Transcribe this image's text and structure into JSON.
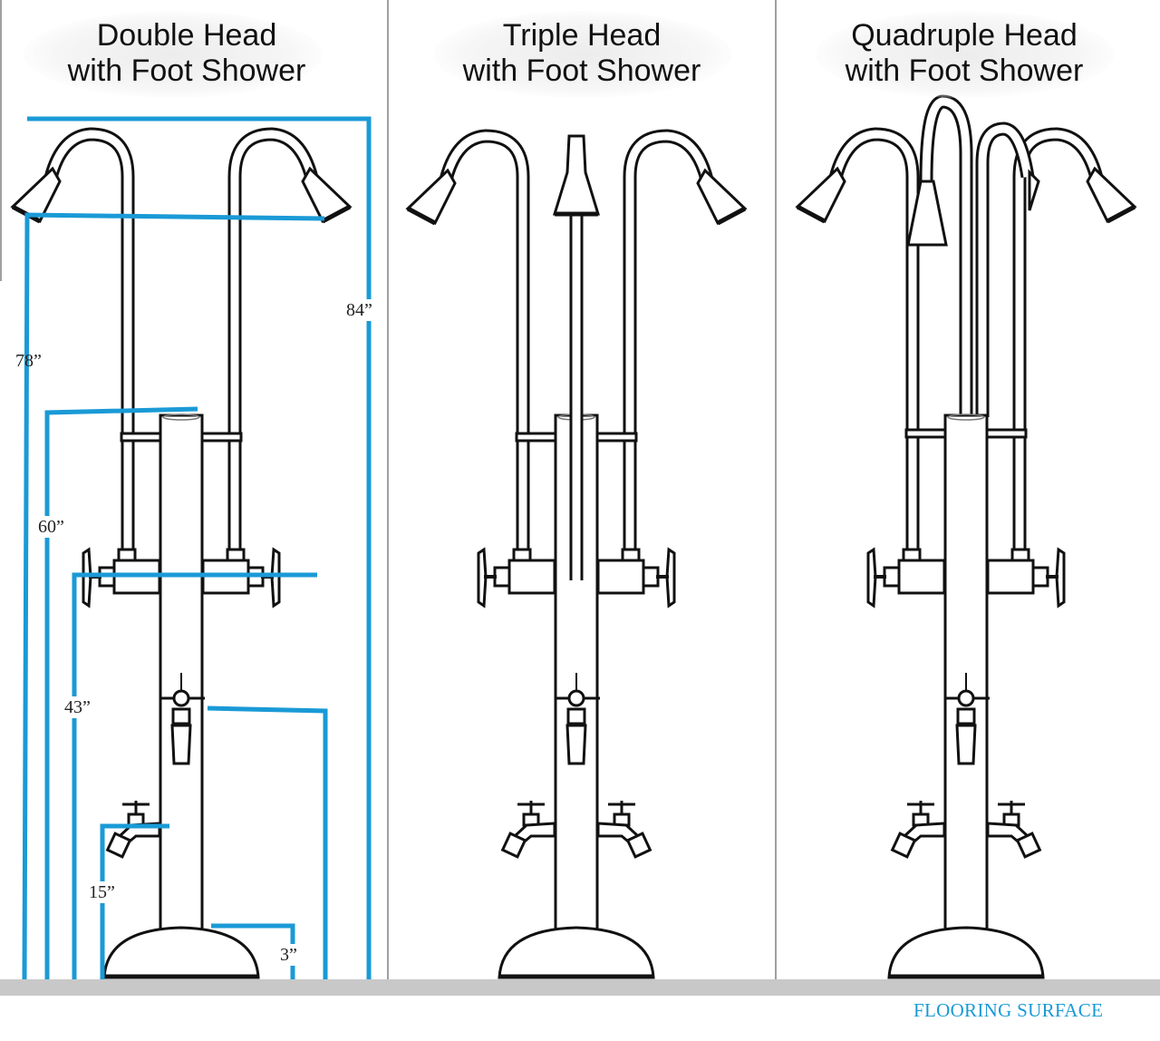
{
  "panels": [
    {
      "title_line1": "Double Head",
      "title_line2": "with Foot Shower"
    },
    {
      "title_line1": "Triple Head",
      "title_line2": "with Foot Shower"
    },
    {
      "title_line1": "Quadruple Head",
      "title_line2": "with Foot Shower"
    }
  ],
  "dimensions": {
    "overall_height": "84”",
    "head_height": "78”",
    "post_height": "60”",
    "valve_height": "43”",
    "spigot_height": "15”",
    "base_height": "3”"
  },
  "floor_label": "FLOORING SURFACE",
  "colors": {
    "dimension_line": "#1a9ad6",
    "floor": "#c8c8c8",
    "divider": "#a0a0a0"
  }
}
